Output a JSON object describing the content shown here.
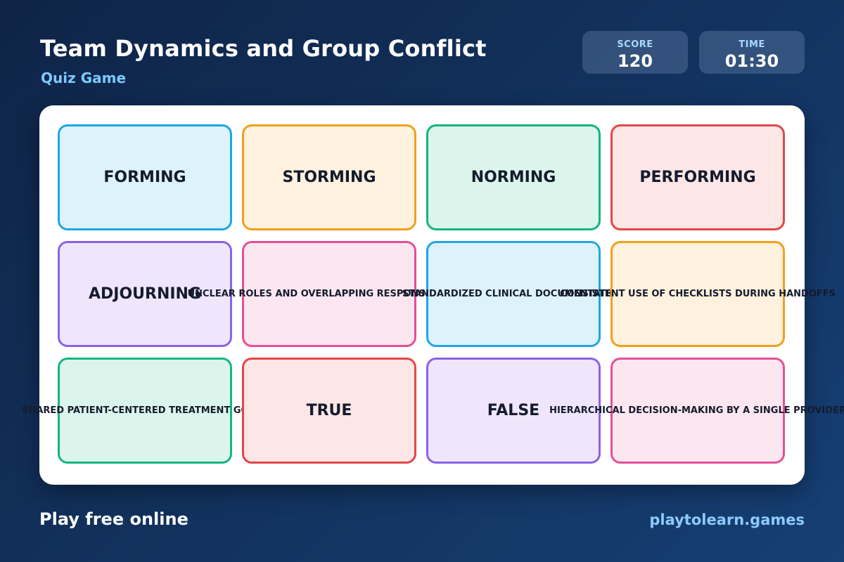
{
  "header": {
    "title": "Team Dynamics and Group Conflict",
    "subtitle": "Quiz Game"
  },
  "stats": {
    "score_label": "SCORE",
    "score_value": "120",
    "time_label": "TIME",
    "time_value": "01:30"
  },
  "cards": [
    {
      "label": "FORMING",
      "color": "#1ea7e4"
    },
    {
      "label": "STORMING",
      "color": "#f0a01c"
    },
    {
      "label": "NORMING",
      "color": "#15b57f"
    },
    {
      "label": "PERFORMING",
      "color": "#e54646"
    },
    {
      "label": "ADJOURNING",
      "color": "#8b62e6"
    },
    {
      "label": "UNCLEAR ROLES AND OVERLAPPING RESPONSIBILITIES",
      "color": "#e54f96"
    },
    {
      "label": "STANDARDIZED CLINICAL DOCUMENTATION",
      "color": "#1ea7e4"
    },
    {
      "label": "CONSISTENT USE OF CHECKLISTS DURING HANDOFFS",
      "color": "#f0a01c"
    },
    {
      "label": "SHARED PATIENT-CENTERED TREATMENT GOALS",
      "color": "#15b57f"
    },
    {
      "label": "TRUE",
      "color": "#e54646"
    },
    {
      "label": "FALSE",
      "color": "#8b62e6"
    },
    {
      "label": "HIERARCHICAL DECISION-MAKING BY A SINGLE PROVIDER",
      "color": "#e54f96"
    }
  ],
  "footer": {
    "left": "Play free online",
    "right": "playtolearn.games"
  }
}
